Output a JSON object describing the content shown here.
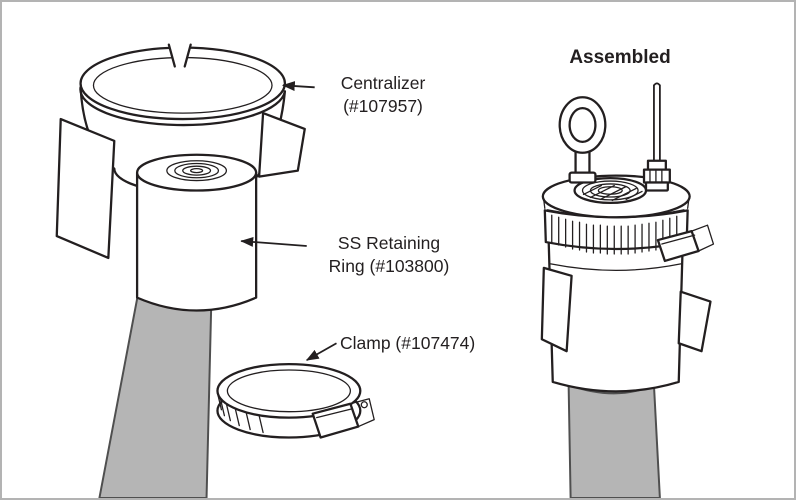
{
  "labels": {
    "centralizer": {
      "line1": "Centralizer",
      "line2": "(#107957)"
    },
    "retaining_ring": {
      "line1": "SS Retaining",
      "line2": "Ring (#103800)"
    },
    "clamp": {
      "line1": "Clamp (#107474)"
    },
    "assembled_title": "Assembled"
  },
  "colors": {
    "line": "#231f20",
    "pipe_fill": "#b5b5b5",
    "pipe_stroke": "#4f4f4f",
    "background": "#ffffff",
    "border": "#b3b3b3"
  }
}
